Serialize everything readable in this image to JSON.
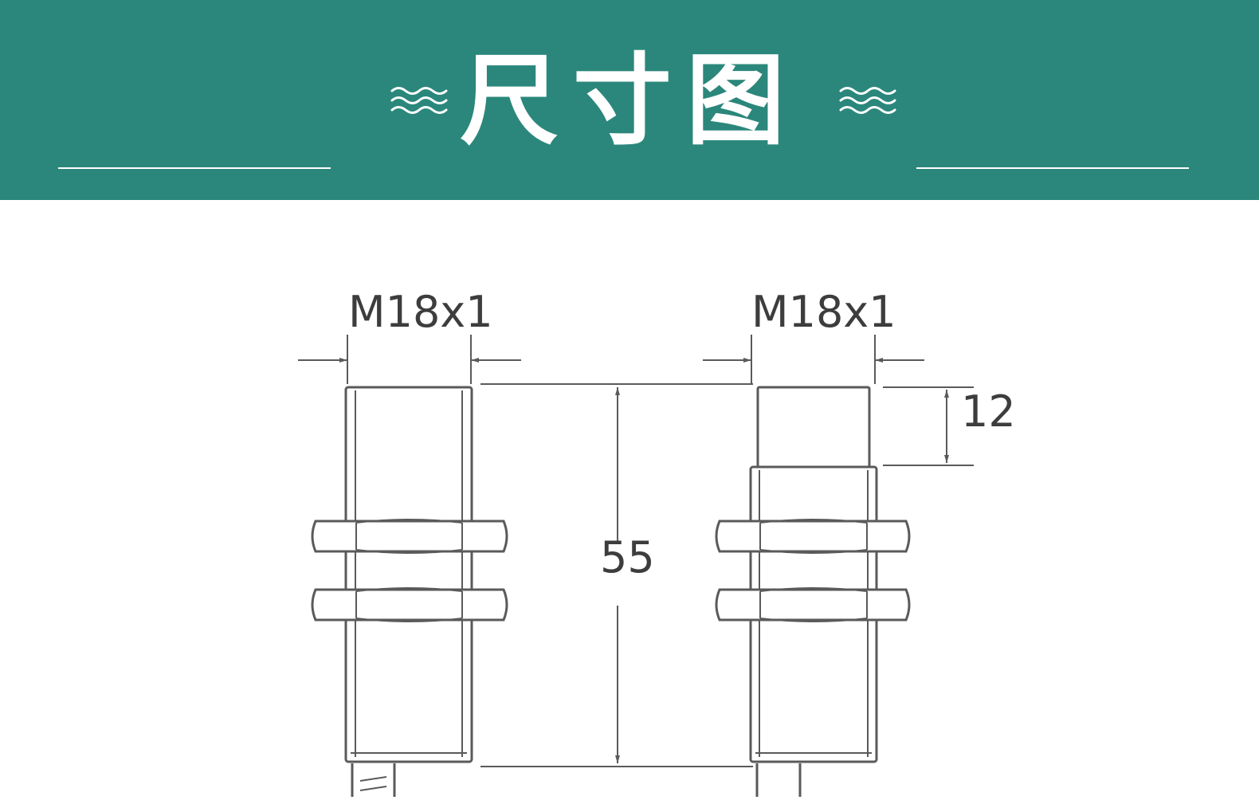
{
  "header": {
    "title": "尺寸图",
    "background_color": "#2b877b",
    "decoration_icon": "wave-ornament-icon"
  },
  "diagram": {
    "line_color": "#5a5a5a",
    "left_sensor": {
      "thread_label": "M18x1"
    },
    "right_sensor": {
      "thread_label": "M18x1",
      "step_length_label": "12"
    },
    "overall_length_label": "55"
  }
}
